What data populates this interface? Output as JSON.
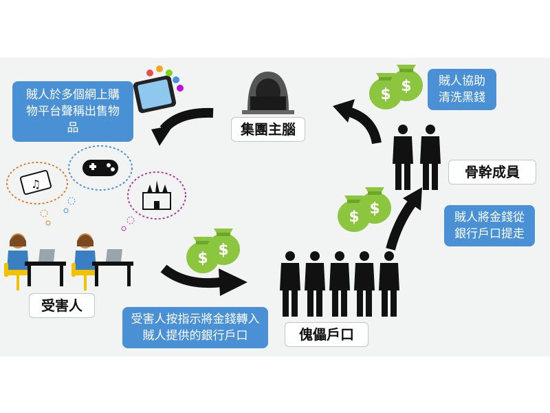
{
  "boxes": {
    "thieves_shop": "賊人於多個網上購物平台聲稱出售物品",
    "syndicate_brain": "集團主腦",
    "launder": "賊人協助清洗黑錢",
    "core_members": "骨幹成員",
    "withdraw": "賊人將金錢從銀行戶口提走",
    "victims": "受害人",
    "transfer": "受害人按指示將金錢轉入賊人提供的銀行戶口",
    "puppet_accounts": "傀儡戶口"
  },
  "money_sign": "$",
  "colors": {
    "blue_box": "#4a90d4",
    "money_bag": "#8cc63f",
    "silhouette": "#111111",
    "victim_shirt": "#3a7fc2",
    "chair": "#f2c200"
  }
}
